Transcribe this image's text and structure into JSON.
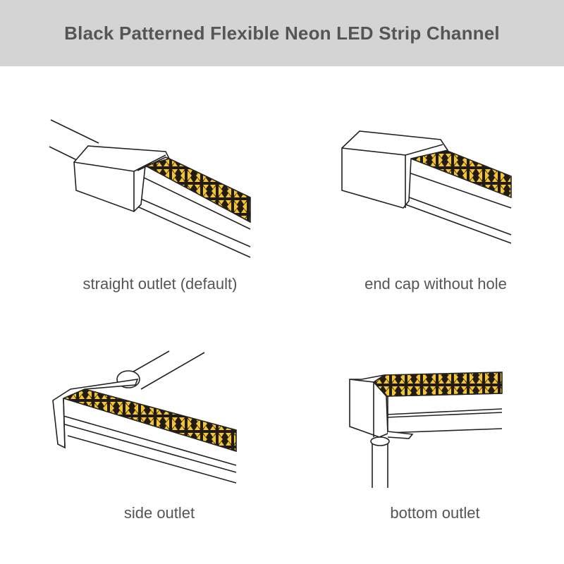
{
  "title": "Black Patterned Flexible Neon LED Strip Channel",
  "colors": {
    "led_yellow": "#f2c63a",
    "pattern_black": "#231a12",
    "outline": "#222222",
    "header_bg": "#d4d4d4",
    "text_gray": "#555555"
  },
  "panels": [
    {
      "caption": "straight outlet (default)"
    },
    {
      "caption": "end cap without hole"
    },
    {
      "caption": "side outlet"
    },
    {
      "caption": "bottom outlet"
    }
  ]
}
